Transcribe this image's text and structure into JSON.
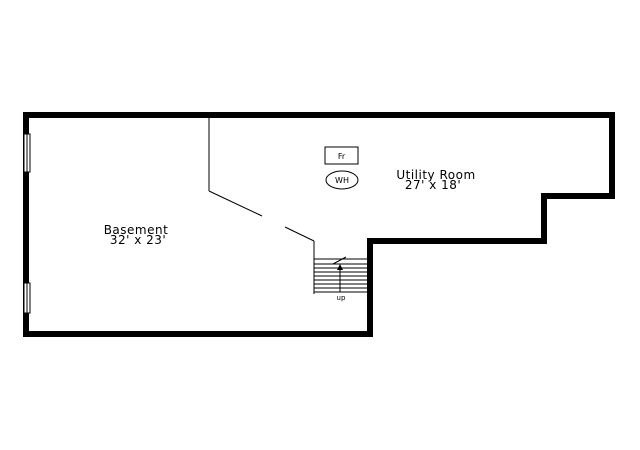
{
  "rooms": {
    "basement": {
      "name": "Basement",
      "size": "32' x 23'"
    },
    "utility": {
      "name": "Utility Room",
      "size": "27' x 18'"
    }
  },
  "fixtures": {
    "freezer": "Fr",
    "water_heater": "WH"
  },
  "stairs": {
    "label": "up"
  }
}
